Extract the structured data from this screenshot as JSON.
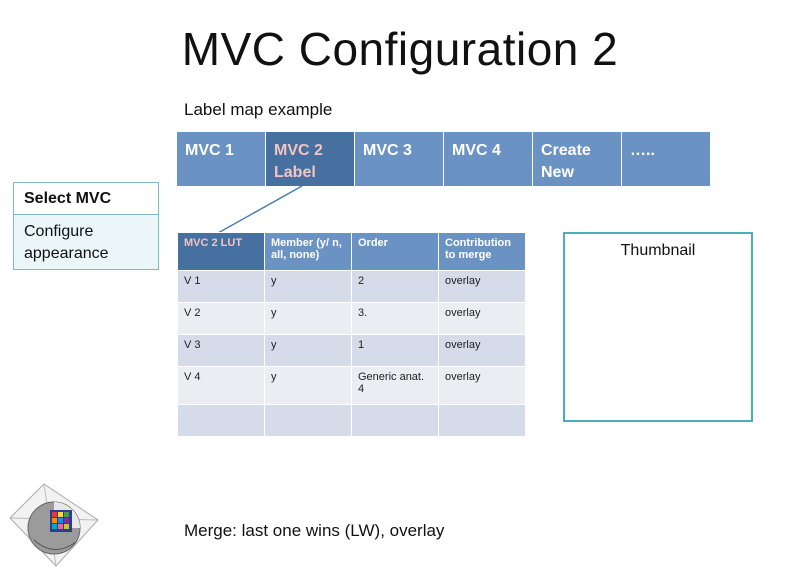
{
  "title": "MVC Configuration 2",
  "subtitle": "Label map example",
  "tabs": [
    {
      "line1": "MVC 1",
      "line2": ""
    },
    {
      "line1": "MVC 2",
      "line2": "Label"
    },
    {
      "line1": "MVC 3",
      "line2": ""
    },
    {
      "line1": "MVC 4",
      "line2": ""
    },
    {
      "line1": "Create",
      "line2": "New"
    },
    {
      "line1": "…..",
      "line2": ""
    }
  ],
  "select_box": {
    "header": "Select MVC",
    "body": "Configure appearance"
  },
  "table": {
    "headers": [
      "MVC  2 LUT",
      "Member (y/ n, all, none)",
      "Order",
      "Contribution to merge"
    ],
    "rows": [
      [
        "V 1",
        "y",
        "2",
        "overlay"
      ],
      [
        "V 2",
        "y",
        "3.",
        "overlay"
      ],
      [
        "V 3",
        "y",
        "1",
        "overlay"
      ],
      [
        "V 4",
        "y",
        "Generic anat. 4",
        "overlay"
      ],
      [
        "",
        "",
        "",
        ""
      ]
    ]
  },
  "thumbnail": {
    "label": "Thumbnail"
  },
  "footer": "Merge: last one wins (LW), overlay",
  "colors": {
    "tab": "#6a93c4",
    "tab_active": "#45709f",
    "active_text": "#f4c3c3",
    "row_dark": "#d6dbea",
    "row_light": "#ecedf3",
    "thumb_border": "#4aaebb"
  },
  "logo": {
    "icon": "3d-slicer-logo-icon"
  }
}
